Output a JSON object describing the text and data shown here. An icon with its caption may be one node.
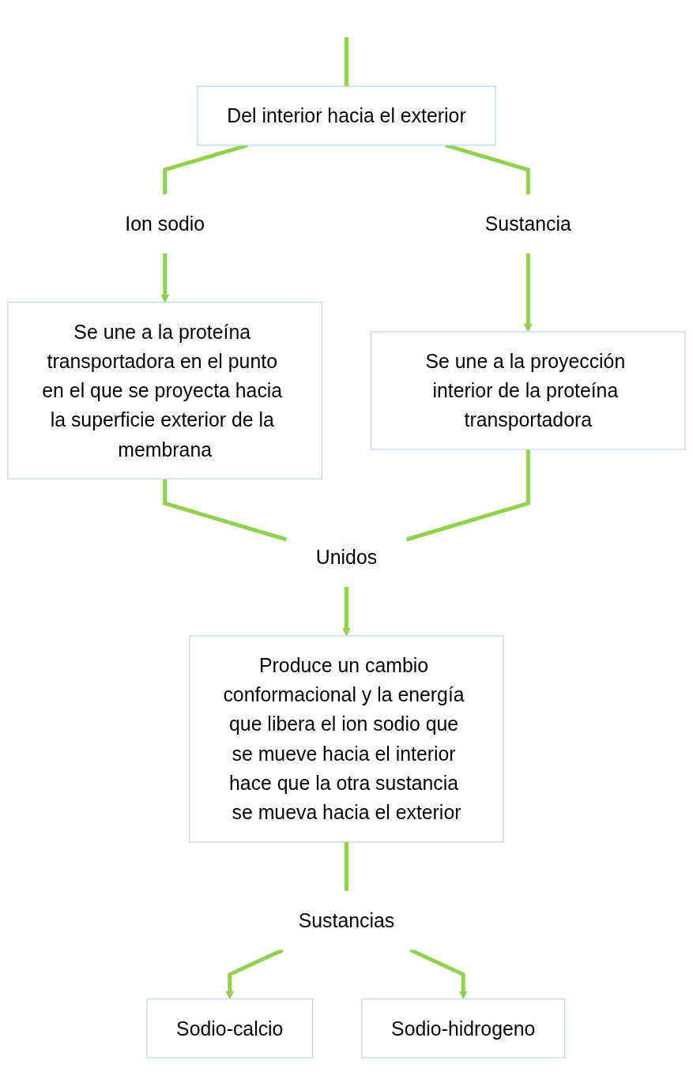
{
  "diagram": {
    "nodes": [
      {
        "text": [
          "Del interior hacia el exterior"
        ]
      },
      {
        "text": [
          "Ion sodio"
        ]
      },
      {
        "text": [
          "Sustancia"
        ]
      },
      {
        "text": [
          "Se une a la proteína transportadora en el punto en el que se proyecta hacia la superficie exterior de la membrana"
        ]
      },
      {
        "text": [
          "Se une a la proyección interior de la proteína transportadora"
        ]
      },
      {
        "text": [
          "Unidos"
        ]
      },
      {
        "text": [
          "Produce un cambio conformacional y la energía que libera el ion sodio que se mueve hacia el interior hace que la otra sustancia se mueva hacia el exterior"
        ]
      },
      {
        "text": [
          "Sustancias"
        ]
      },
      {
        "text": [
          "Sodio-calcio"
        ]
      },
      {
        "text": [
          "Sodio-hidrogeno"
        ]
      }
    ],
    "edges": [
      {
        "from": null,
        "to": 0,
        "arrow": "none"
      },
      {
        "from": 0,
        "to": 1,
        "arrow": "none"
      },
      {
        "from": 0,
        "to": 2,
        "arrow": "none"
      },
      {
        "from": 1,
        "to": 3,
        "arrow": "to"
      },
      {
        "from": 2,
        "to": 4,
        "arrow": "to"
      },
      {
        "from": 3,
        "to": 5,
        "arrow": "none"
      },
      {
        "from": 4,
        "to": 5,
        "arrow": "none"
      },
      {
        "from": 5,
        "to": 6,
        "arrow": "to"
      },
      {
        "from": 6,
        "to": 7,
        "arrow": "none"
      },
      {
        "from": 7,
        "to": 8,
        "arrow": "to"
      },
      {
        "from": 7,
        "to": 9,
        "arrow": "to"
      }
    ]
  }
}
